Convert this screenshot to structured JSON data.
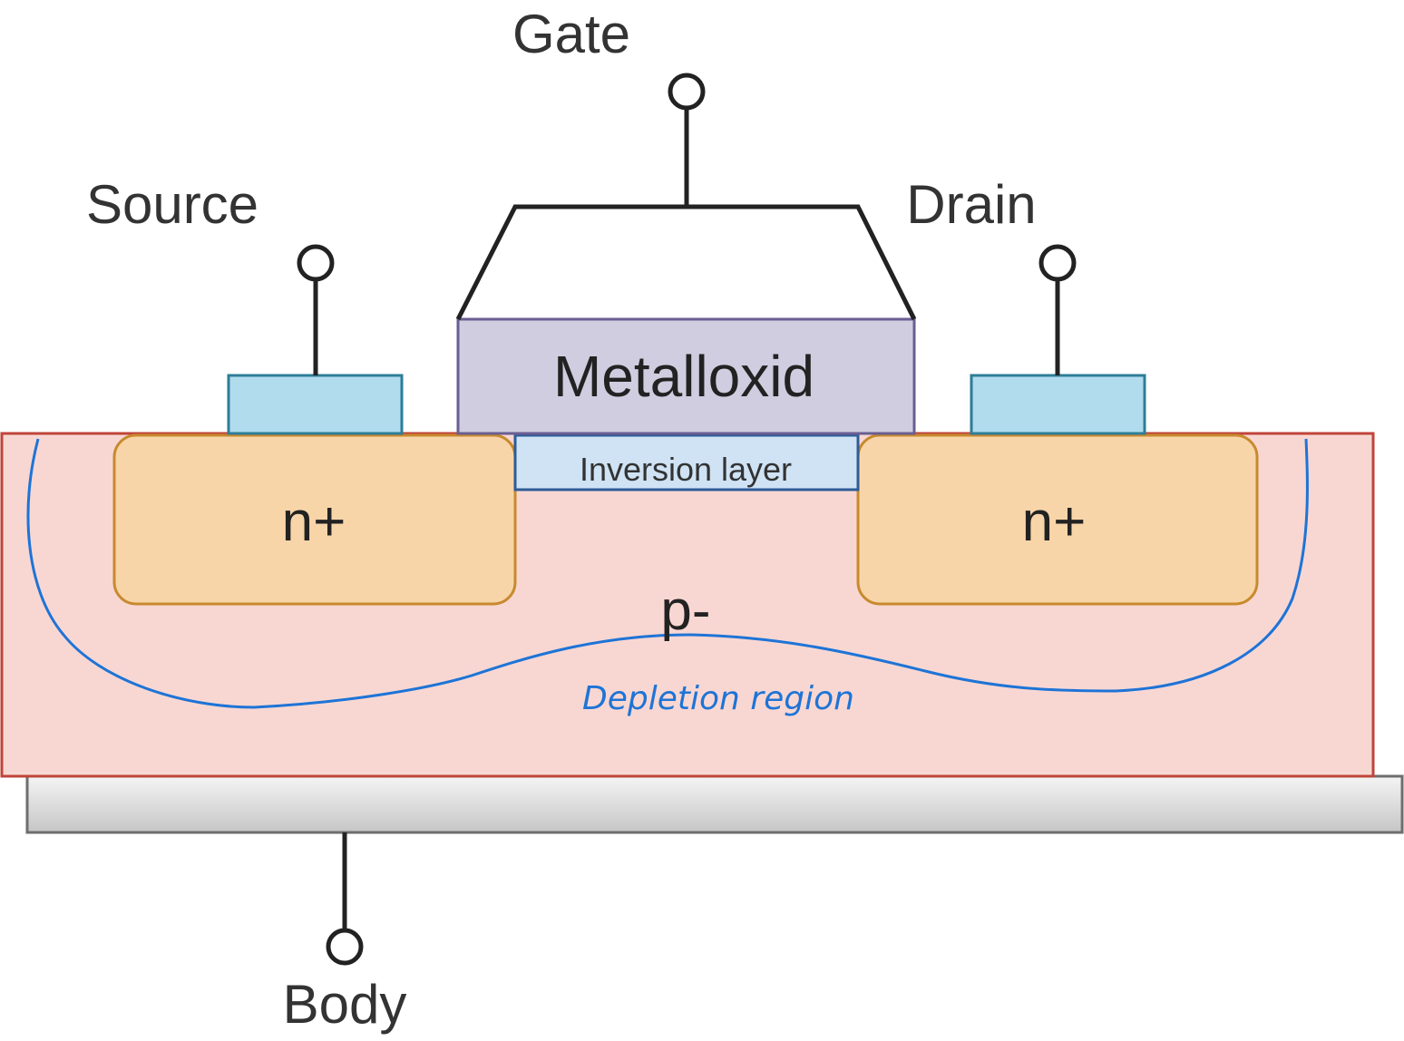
{
  "terminals": {
    "gate": "Gate",
    "source": "Source",
    "drain": "Drain",
    "body": "Body"
  },
  "regions": {
    "source_doping": "n+",
    "drain_doping": "n+",
    "substrate_doping": "p-",
    "gate_material": "Metalloxid",
    "channel": "Inversion layer"
  },
  "annotation": {
    "text": "Depletion region",
    "color": "#1e74d6"
  },
  "colors": {
    "substrate_fill": "#f8d7d3",
    "substrate_stroke": "#c0443a",
    "n_plus_fill": "#f8d5a8",
    "n_plus_stroke": "#c88a2e",
    "metal_fill": "#d0cde0",
    "metal_stroke": "#6a5e92",
    "contact_fill": "#b0dcee",
    "contact_stroke": "#2e7d96",
    "inversion_fill": "#cfe3f5",
    "inversion_stroke": "#2e5c96",
    "body_plate_fill": "#d8d8d8",
    "body_plate_stroke": "#6e6e6e"
  }
}
